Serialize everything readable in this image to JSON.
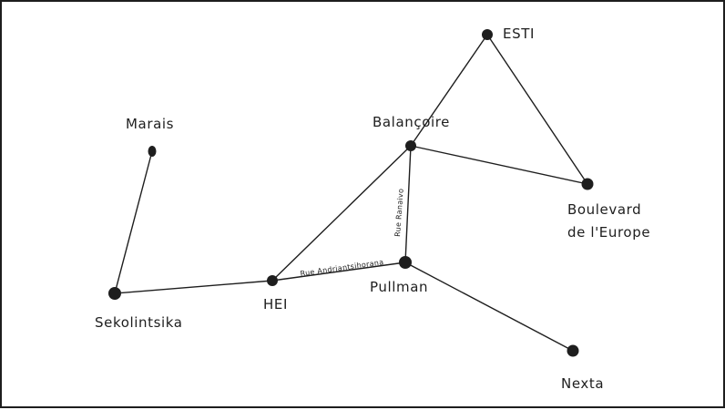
{
  "nodes": {
    "esti": "ESTI",
    "marais": "Marais",
    "balancoire": "Balançoire",
    "boulevard_line1": "Boulevard",
    "boulevard_line2": "de l'Europe",
    "hei": "HEI",
    "pullman": "Pullman",
    "sekolintsika": "Sekolintsika",
    "nexta": "Nexta"
  },
  "streets": {
    "rue_ranaivo": "Rue Ranaivo",
    "rue_andriantsihorana": "Rue Andriantsihorana"
  },
  "colors": {
    "ink": "#1e1e1e",
    "background": "#ffffff"
  }
}
